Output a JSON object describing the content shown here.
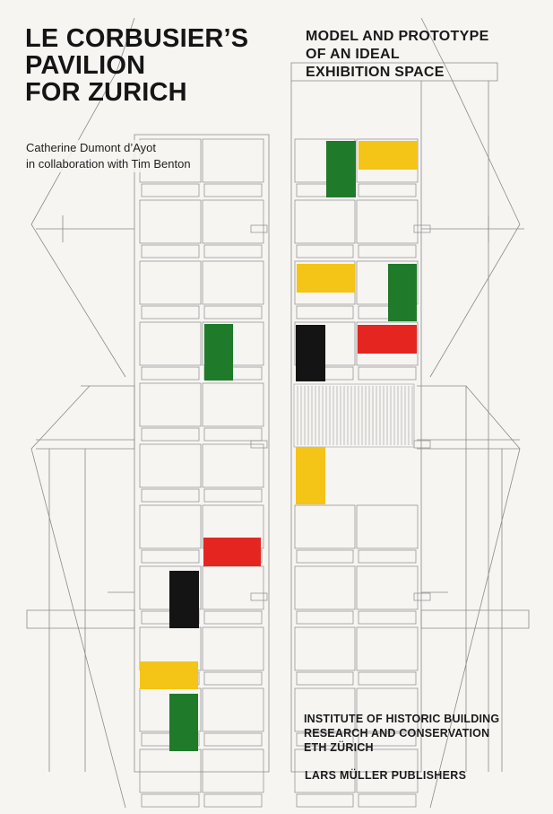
{
  "book": {
    "title_lines": [
      "LE CORBUSIER’S",
      "PAVILION",
      "FOR ZURICH"
    ],
    "authors": [
      "Catherine Dumont d’Ayot",
      "in collaboration with Tim Benton"
    ],
    "subtitle_lines": [
      "MODEL AND PROTOTYPE",
      "OF AN IDEAL",
      "EXHIBITION SPACE"
    ],
    "institute_lines": [
      "INSTITUTE OF HISTORIC BUILDING",
      "RESEARCH AND CONSERVATION",
      "ETH ZÜRICH"
    ],
    "publisher": "LARS MÜLLER PUBLISHERS"
  },
  "colors": {
    "background": "#f6f5f2",
    "line": "#8a8a8a",
    "green": "#1f7a2a",
    "yellow": "#f4c417",
    "red": "#e52620",
    "black": "#141414"
  },
  "panels": [
    {
      "column": "left",
      "color": "green",
      "label": "green-panel"
    },
    {
      "column": "left",
      "color": "red",
      "label": "red-panel"
    },
    {
      "column": "left",
      "color": "black",
      "label": "black-panel"
    },
    {
      "column": "left",
      "color": "yellow",
      "label": "yellow-panel"
    },
    {
      "column": "left",
      "color": "green",
      "label": "green-panel"
    },
    {
      "column": "right",
      "color": "green",
      "label": "green-panel"
    },
    {
      "column": "right",
      "color": "yellow",
      "label": "yellow-panel"
    },
    {
      "column": "right",
      "color": "yellow",
      "label": "yellow-panel"
    },
    {
      "column": "right",
      "color": "green",
      "label": "green-panel"
    },
    {
      "column": "right",
      "color": "black",
      "label": "black-panel"
    },
    {
      "column": "right",
      "color": "red",
      "label": "red-panel"
    },
    {
      "column": "right",
      "color": "yellow",
      "label": "yellow-panel"
    }
  ]
}
